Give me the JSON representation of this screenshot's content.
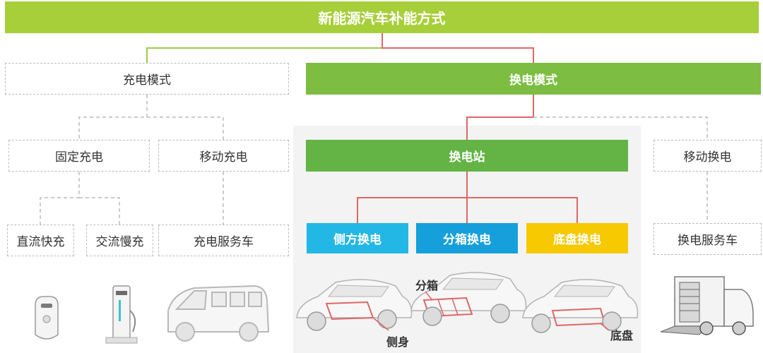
{
  "title": "新能源汽车补能方式",
  "charging_mode": {
    "label": "充电模式",
    "fixed_charging": "固定充电",
    "mobile_charging": "移动充电",
    "dc_fast": "直流快充",
    "ac_slow": "交流慢充",
    "charging_service_vehicle": "充电服务车"
  },
  "swap_mode": {
    "label": "换电模式",
    "swap_station": "换电站",
    "mobile_swap": "移动换电",
    "side_swap": "侧方换电",
    "box_swap": "分箱换电",
    "chassis_swap": "底盘换电",
    "swap_service_vehicle": "换电服务车"
  },
  "captions": {
    "box": "分箱",
    "side": "侧身",
    "chassis": "底盘"
  },
  "colors": {
    "title_green": "#a7cf3a",
    "swap_green": "#7cbd42",
    "station_green": "#63b445",
    "side_blue": "#23b7e5",
    "box_blue": "#159fdb",
    "chassis_yellow": "#f7c900",
    "red_line": "#e06666",
    "green_line": "#9ccc4a",
    "gray_line": "#bcbcbc"
  }
}
